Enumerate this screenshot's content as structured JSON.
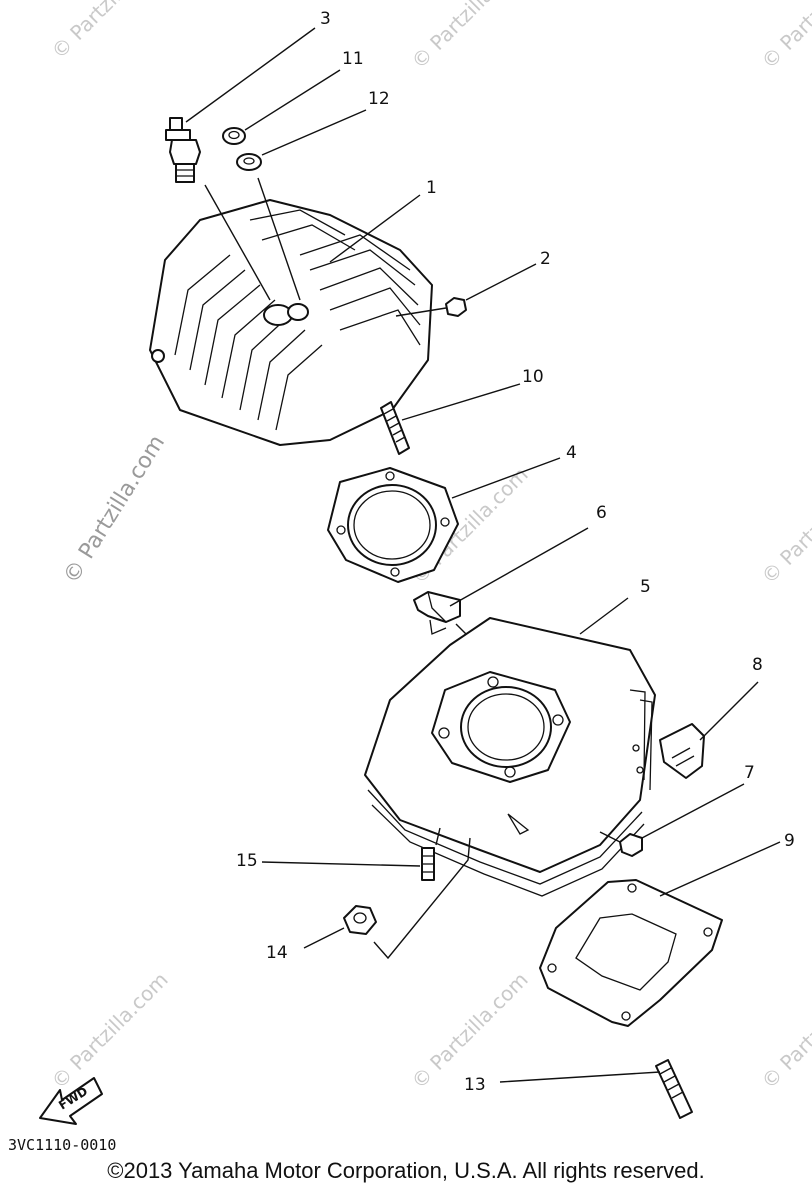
{
  "callouts": [
    "3",
    "11",
    "12",
    "1",
    "2",
    "10",
    "4",
    "6",
    "5",
    "8",
    "7",
    "9",
    "15",
    "14",
    "13"
  ],
  "watermark_text": "© Partzilla.com",
  "diagram_code": "3VC1110-0010",
  "fwd_label": "FWD",
  "copyright": "©2013 Yamaha Motor Corporation, U.S.A. All rights reserved."
}
